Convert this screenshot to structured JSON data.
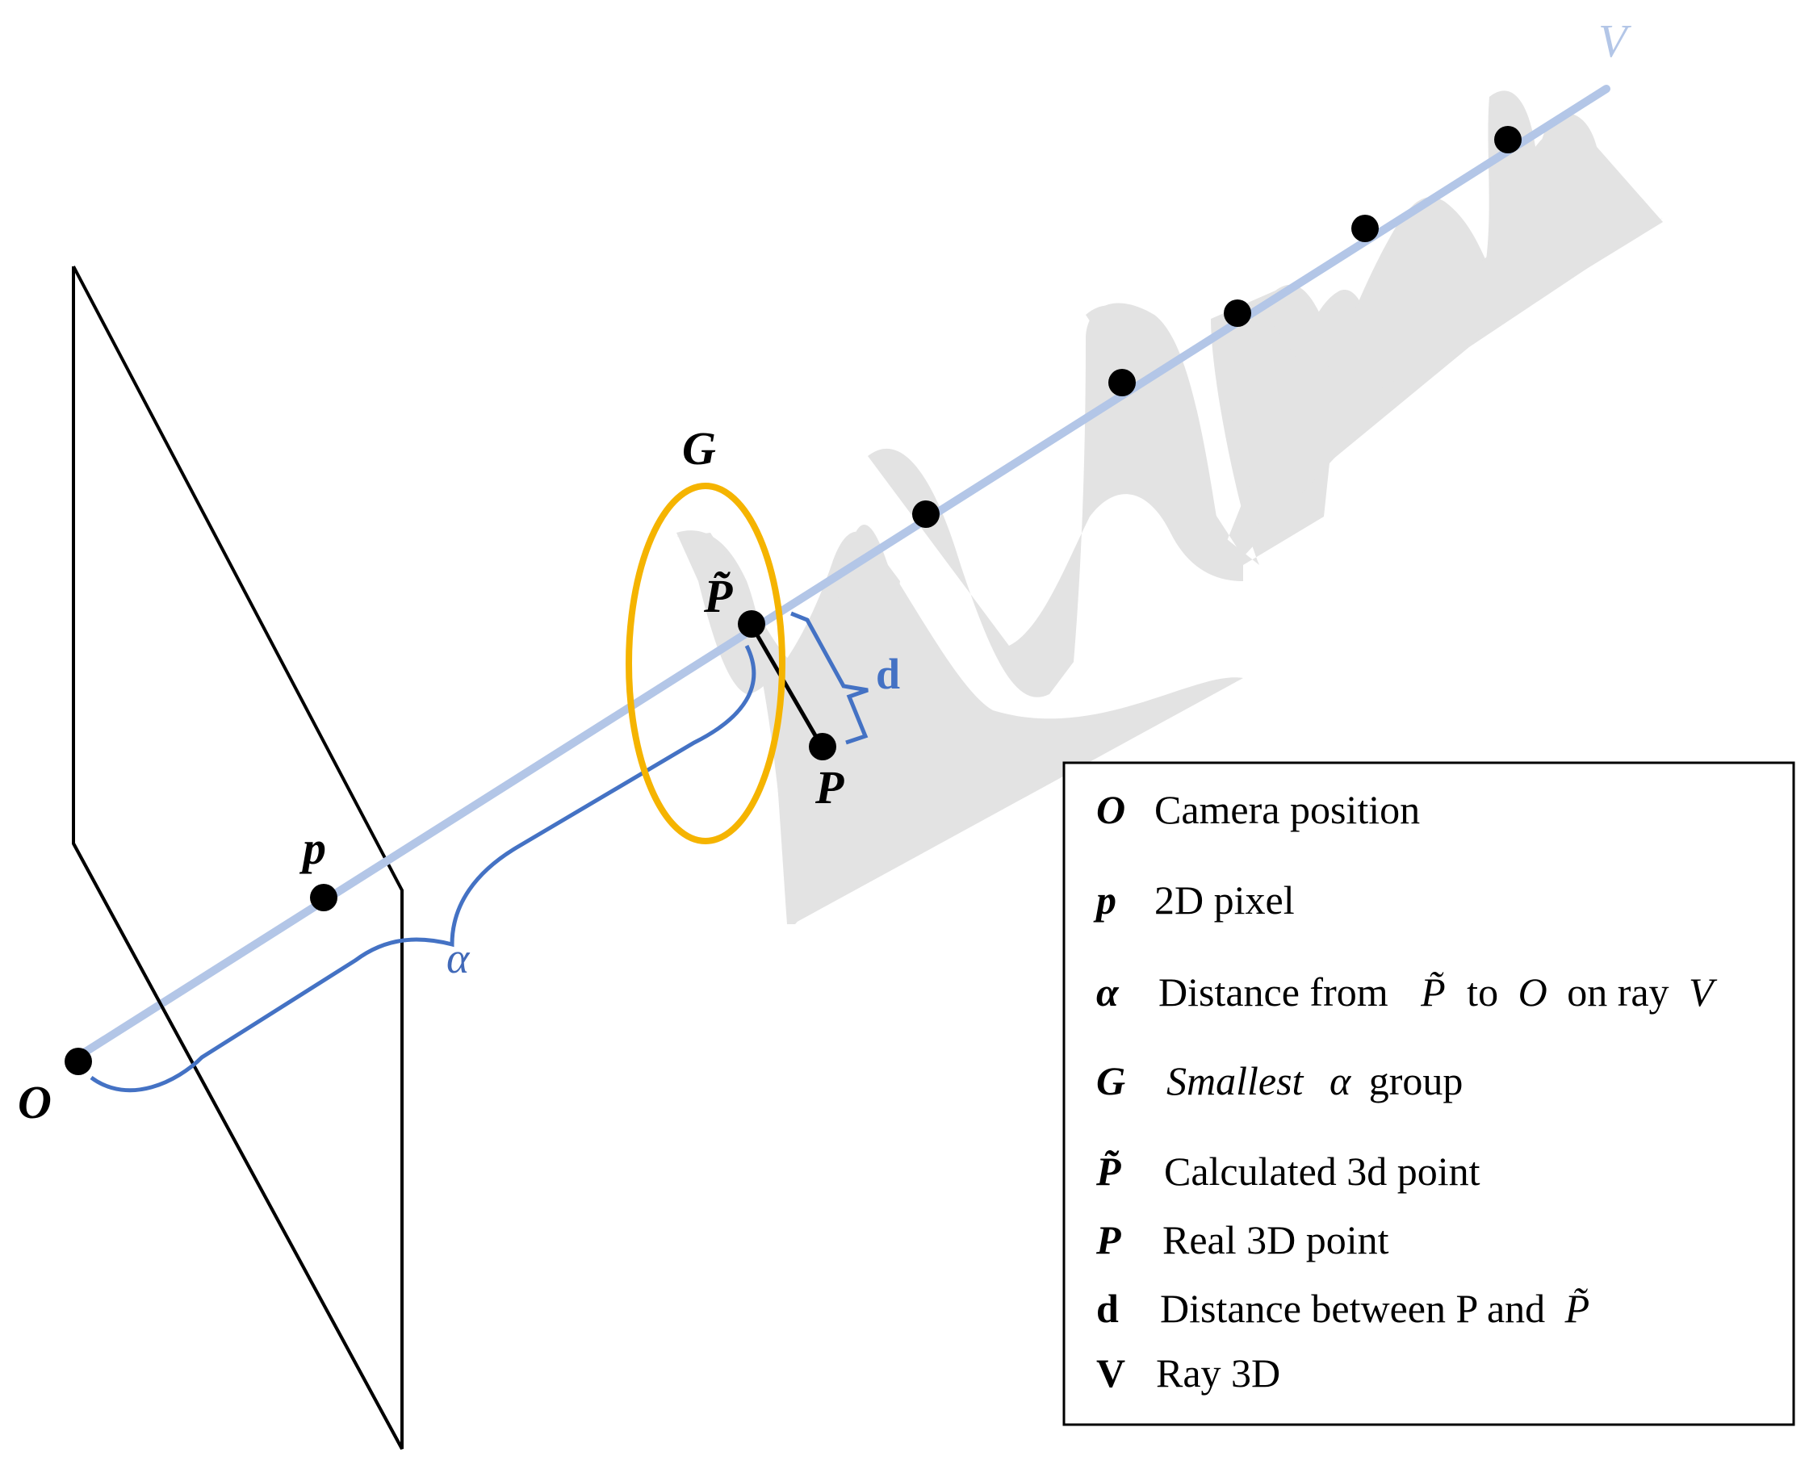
{
  "diagram": {
    "labels": {
      "O": "O",
      "p": "p",
      "alpha": "α",
      "G": "G",
      "P_tilde": "P̃",
      "P": "P",
      "d": "d",
      "V": "V"
    },
    "colors": {
      "ray": "#b3c6e7",
      "bracket": "#4472c4",
      "ellipse": "#f5b400",
      "gaussian_fill": "#e3e3e3",
      "points": "#000000"
    }
  },
  "legend": {
    "items": [
      {
        "symbol": "O",
        "text": "Camera position"
      },
      {
        "symbol": "p",
        "text": "2D pixel"
      },
      {
        "symbol": "α",
        "text_before": "Distance from",
        "sym1": "P̃",
        "mid1": "to",
        "sym2": "O",
        "mid2": "on ray",
        "sym3": "V"
      },
      {
        "symbol": "G",
        "text_italic": "Smallest",
        "sym": "α",
        "text_after": "group"
      },
      {
        "symbol": "P̃",
        "text": "Calculated 3d point"
      },
      {
        "symbol": "P",
        "text": "Real 3D point"
      },
      {
        "symbol": "d",
        "text_before": "Distance between P and",
        "sym": "P̃"
      },
      {
        "symbol": "V",
        "text": "Ray 3D"
      }
    ]
  }
}
